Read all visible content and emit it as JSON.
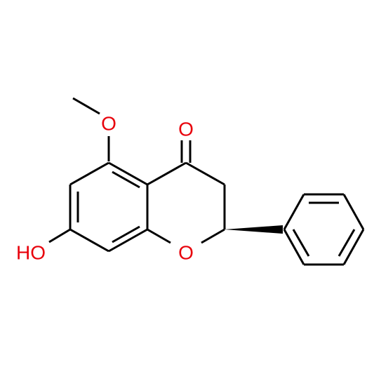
{
  "molecule": {
    "atoms": {
      "carbonyl_oxygen": "O",
      "methoxy_oxygen": "O",
      "ring_oxygen": "O",
      "hydroxyl": "HO"
    }
  },
  "colors": {
    "bond": "#000000",
    "oxygen": "#e8000b",
    "hydrogen_label": "#e8000b"
  }
}
